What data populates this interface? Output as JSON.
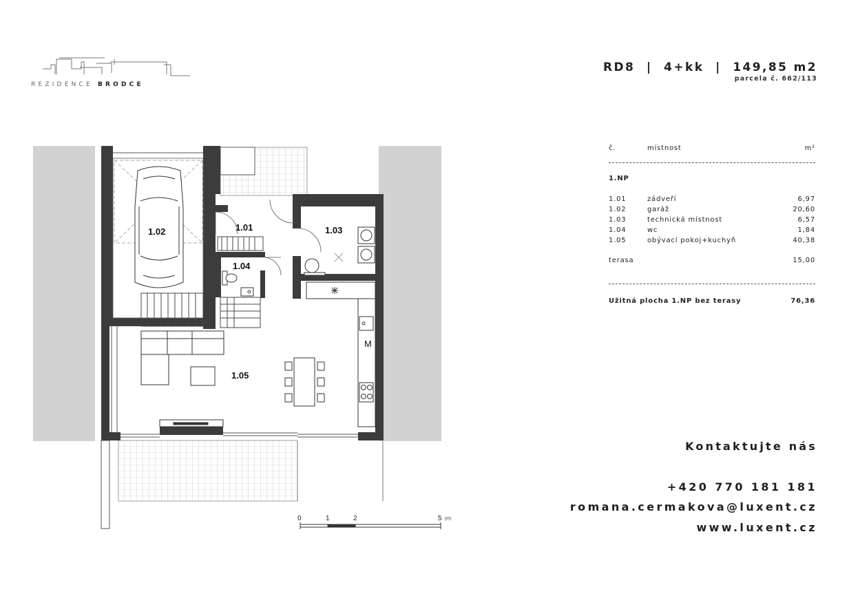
{
  "logo": {
    "brand_first": "REZIDENCE",
    "brand_second": "BRODCE"
  },
  "header": {
    "title": "RD8  |  4+kk  |  149,85 m2",
    "subtitle": "parcela č. 662/113"
  },
  "table": {
    "col_number": "č.",
    "col_room": "místnost",
    "col_area": "m²",
    "floor": "1.NP",
    "rows": [
      {
        "number": "1.01",
        "room": "zádveří",
        "area": "6,97"
      },
      {
        "number": "1.02",
        "room": "garáž",
        "area": "20,60"
      },
      {
        "number": "1.03",
        "room": "technická místnost",
        "area": "6,57"
      },
      {
        "number": "1.04",
        "room": "wc",
        "area": "1,84"
      },
      {
        "number": "1.05",
        "room": "obývací pokoj+kuchyň",
        "area": "40,38"
      }
    ],
    "terrace_label": "terasa",
    "terrace_area": "15,00",
    "total_label": "Užitná plocha 1.NP bez terasy",
    "total_area": "76,36"
  },
  "contact": {
    "title": "Kontaktujte nás",
    "phone": "+420 770 181 181",
    "email": "romana.cermakova@luxent.cz",
    "web": "www.luxent.cz"
  },
  "plan": {
    "rooms": {
      "r101": "1.01",
      "r102": "1.02",
      "r103": "1.03",
      "r104": "1.04",
      "r105": "1.05"
    },
    "fridge_mark": "M",
    "scale": {
      "t0": "0",
      "t1": "1",
      "t2": "2",
      "t5": "5",
      "unit": "(m)"
    }
  },
  "colors": {
    "wall": "#3c3c3c",
    "neighbor": "#cfcfcf",
    "line": "#555555"
  }
}
